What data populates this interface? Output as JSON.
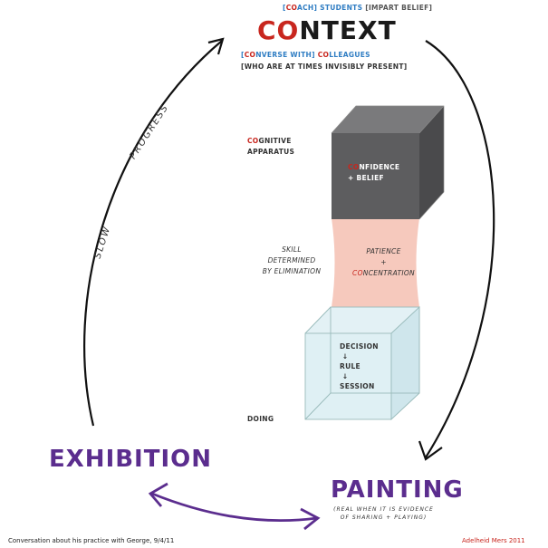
{
  "context": {
    "coach_open": "[",
    "coach_co": "CO",
    "coach_rest": "ACH]",
    "students": " STUDENTS ",
    "impart": "[IMPART BELIEF]",
    "title_co": "CO",
    "title_rest": "NTEXT",
    "converse_open": "[",
    "converse_co": "CO",
    "converse_rest": "NVERSE WITH] ",
    "colleagues_co": "CO",
    "colleagues_rest": "LLEAGUES",
    "invisible": "[WHO ARE AT TIMES INVISIBLY PRESENT]"
  },
  "labels": {
    "cognitive_co": "CO",
    "cognitive_rest": "GNITIVE",
    "apparatus": "APPARATUS",
    "skill_1": "SKILL",
    "skill_2": "DETERMINED",
    "skill_3": "BY ELIMINATION",
    "doing": "DOING"
  },
  "blocks": {
    "confidence_co": "CO",
    "confidence_rest": "NFIDENCE",
    "belief": "+ BELIEF",
    "patience": "PATIENCE",
    "plus": "+",
    "concentration_co": "CO",
    "concentration_rest": "NCENTRATION",
    "decision": "DECISION",
    "arrow1": "↓",
    "rule": "RULE",
    "arrow2": "↓",
    "session": "SESSION"
  },
  "progress": {
    "slow": "SLOW",
    "progress": "PROGRESS"
  },
  "exhibition": "EXHIBITION",
  "painting": {
    "title": "PAINTING",
    "sub1": "(REAL WHEN IT IS EVIDENCE",
    "sub2": "OF SHARING + PLAYING)"
  },
  "footer": {
    "left": "Conversation about his practice with George, 9/4/11",
    "right": "Adelheid Mers 2011"
  },
  "colors": {
    "red": "#c8261e",
    "blue": "#2f7dc3",
    "purple": "#5b2d8e",
    "dark_cube": "#5d5d5f",
    "pink": "#f6c9bd",
    "light_blue": "#dff0f4"
  }
}
